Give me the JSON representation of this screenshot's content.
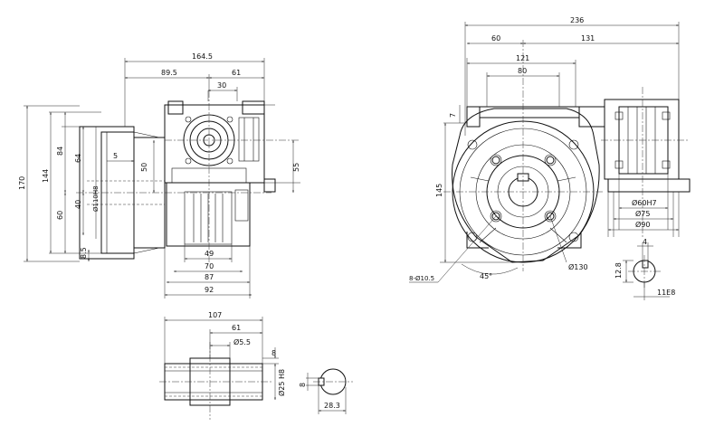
{
  "views": {
    "side": {
      "dims": {
        "d164_5": "164.5",
        "d89_5": "89.5",
        "d61": "61",
        "d30": "30",
        "d170": "170",
        "d144": "144",
        "d84": "84",
        "d64": "64",
        "d60": "60",
        "d40": "40",
        "d8_5": "8.5",
        "d5": "5",
        "d50": "50",
        "d55": "55",
        "d110": "Ø110H8",
        "d49": "49",
        "d70": "70",
        "d87": "87",
        "d92": "92"
      }
    },
    "front": {
      "dims": {
        "d236": "236",
        "d60": "60",
        "d131": "131",
        "d121": "121",
        "d80": "80",
        "d7": "7",
        "d145": "145",
        "d60h7": "Ø60H7",
        "d75": "Ø75",
        "d90": "Ø90",
        "d130": "Ø130",
        "d8holes": "8-Ø10.5",
        "d45": "45°",
        "d4": "4",
        "d12_8": "12.8",
        "d11e8": "11E8"
      }
    },
    "shaft": {
      "dims": {
        "d107": "107",
        "d61": "61",
        "d5_5": "Ø5.5",
        "d8a": "8",
        "d25h8": "Ø25 H8",
        "d8b": "8",
        "d28_3": "28.3"
      }
    }
  }
}
